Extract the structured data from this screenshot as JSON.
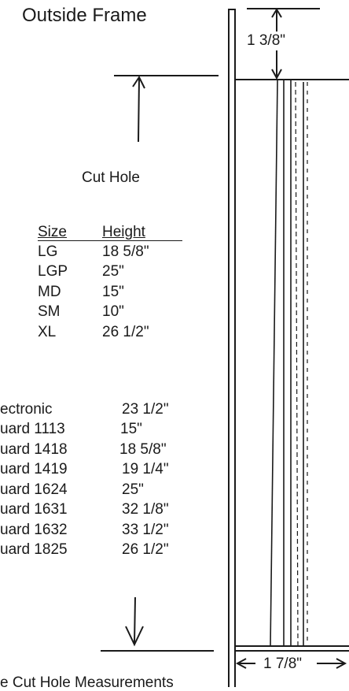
{
  "title": "Outside Frame",
  "top_dimension": "1 3/8\"",
  "bottom_dimension": "1 7/8\"",
  "cut_hole_label": "Cut Hole",
  "table": {
    "headers": [
      "Size",
      "Height"
    ],
    "rows": [
      {
        "size": "LG",
        "height": "18 5/8\""
      },
      {
        "size": "LGP",
        "height": "25\""
      },
      {
        "size": "MD",
        "height": "15\""
      },
      {
        "size": "SM",
        "height": "10\""
      },
      {
        "size": "XL",
        "height": "26 1/2\""
      }
    ]
  },
  "models": [
    {
      "name": "ectronic",
      "height": "23 1/2\""
    },
    {
      "name": "uard 1113",
      "height": "15\""
    },
    {
      "name": "uard 1418",
      "height": "18 5/8\""
    },
    {
      "name": "uard 1419",
      "height": "19 1/4\""
    },
    {
      "name": "uard 1624",
      "height": "25\""
    },
    {
      "name": "uard 1631",
      "height": "32 1/8\""
    },
    {
      "name": "uard 1632",
      "height": "33 1/2\""
    },
    {
      "name": "uard 1825",
      "height": "26 1/2\""
    }
  ],
  "footer": "e Cut Hole Measurements"
}
